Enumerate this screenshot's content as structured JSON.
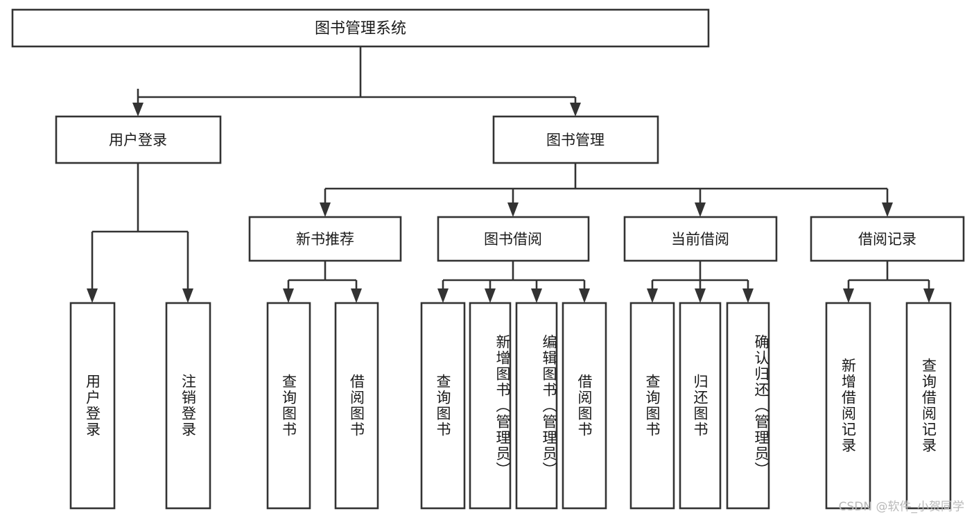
{
  "diagram": {
    "kind": "tree-hierarchy",
    "title": "图书管理系统",
    "root": {
      "label": "图书管理系统"
    },
    "level1": [
      {
        "id": "user-login",
        "label": "用户登录"
      },
      {
        "id": "book-management",
        "label": "图书管理"
      }
    ],
    "level2": [
      {
        "id": "new-book-recommend",
        "label": "新书推荐"
      },
      {
        "id": "book-borrow",
        "label": "图书借阅"
      },
      {
        "id": "current-borrow",
        "label": "当前借阅"
      },
      {
        "id": "borrow-record",
        "label": "借阅记录"
      }
    ],
    "leaves": [
      {
        "id": "leaf-user-login",
        "label": "用户登录",
        "parent": "user-login"
      },
      {
        "id": "leaf-logout-login",
        "label": "注销登录",
        "parent": "user-login"
      },
      {
        "id": "leaf-query-book-1",
        "label": "查询图书",
        "parent": "new-book-recommend"
      },
      {
        "id": "leaf-borrow-book-1",
        "label": "借阅图书",
        "parent": "new-book-recommend"
      },
      {
        "id": "leaf-query-book-2",
        "label": "查询图书",
        "parent": "book-borrow"
      },
      {
        "id": "leaf-add-book",
        "label": "新增图书（管理员）",
        "parent": "book-borrow"
      },
      {
        "id": "leaf-edit-book",
        "label": "编辑图书（管理员）",
        "parent": "book-borrow"
      },
      {
        "id": "leaf-borrow-book-2",
        "label": "借阅图书",
        "parent": "book-borrow"
      },
      {
        "id": "leaf-query-book-3",
        "label": "查询图书",
        "parent": "current-borrow"
      },
      {
        "id": "leaf-return-book",
        "label": "归还图书",
        "parent": "current-borrow"
      },
      {
        "id": "leaf-confirm-return",
        "label": "确认归还（管理员）",
        "parent": "current-borrow"
      },
      {
        "id": "leaf-add-record",
        "label": "新增借阅记录",
        "parent": "borrow-record"
      },
      {
        "id": "leaf-query-record",
        "label": "查询借阅记录",
        "parent": "borrow-record"
      }
    ],
    "colors": {
      "background": "#ffffff",
      "box_fill": "#ffffff",
      "box_stroke": "#333333",
      "text": "#1a1a1a",
      "watermark": "#b9b9b9"
    }
  },
  "watermark": {
    "text": "CSDN @软件_小贺同学"
  }
}
